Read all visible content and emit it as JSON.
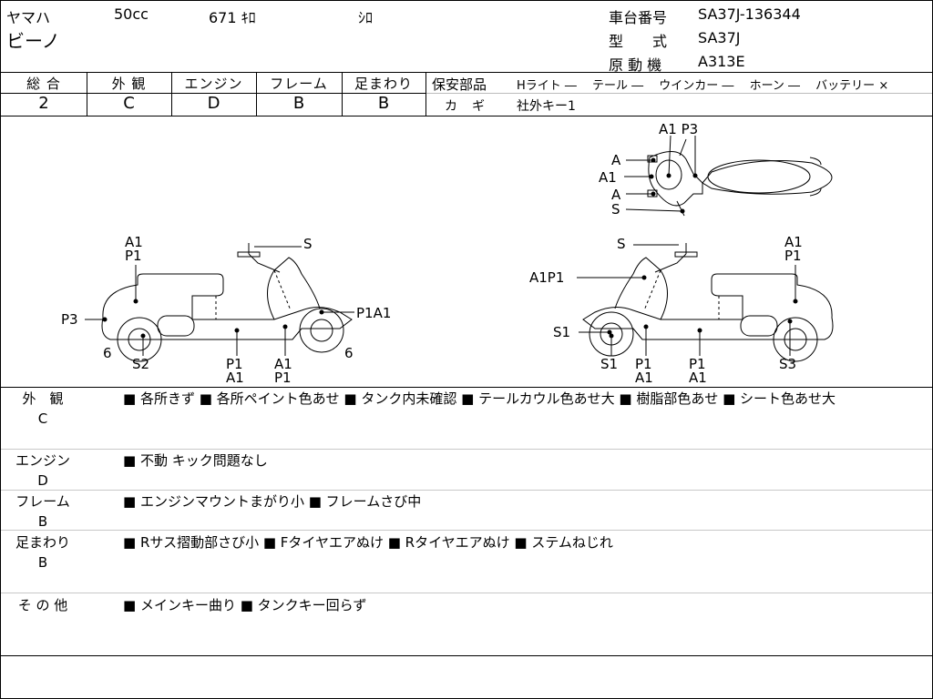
{
  "header": {
    "maker": "ヤマハ",
    "displacement": "50cc",
    "mileage": "671 ｷﾛ",
    "color": "ｼﾛ",
    "model_name": "ビーノ",
    "frame_no_label": "車台番号",
    "frame_no": "SA37J-136344",
    "model_label": "型　　式",
    "model": "SA37J",
    "engine_label": "原 動 機",
    "engine": "A313E"
  },
  "grades": [
    {
      "label": "総 合",
      "value": "2"
    },
    {
      "label": "外 観",
      "value": "C"
    },
    {
      "label": "エンジン",
      "value": "D"
    },
    {
      "label": "フレーム",
      "value": "B"
    },
    {
      "label": "足まわり",
      "value": "B"
    }
  ],
  "safety": {
    "label": "保安部品",
    "items": "Hライト ―　 テール ―　 ウインカー ―　 ホーン ―　 バッテリー ×",
    "key_label": "カ　ギ",
    "key_value": "社外キー1"
  },
  "diagram": {
    "top": {
      "a1p3": "A1 P3",
      "a_up": "A",
      "a1": "A1",
      "a_low": "A",
      "s": "S"
    },
    "left": {
      "a1": "A1",
      "p1": "P1",
      "s": "S",
      "p3": "P3",
      "p1a1": "P1A1",
      "six_l": "6",
      "six_r": "6",
      "s2": "S2",
      "p1_b": "P1",
      "a1_b": "A1",
      "a1_c": "A1",
      "p1_c": "P1"
    },
    "right": {
      "s": "S",
      "a1": "A1",
      "p1": "P1",
      "a1p1": "A1P1",
      "s1": "S1",
      "s1_b": "S1",
      "p1_b": "P1",
      "a1_b": "A1",
      "p1_c": "P1",
      "a1_c": "A1",
      "s3": "S3"
    }
  },
  "remarks": [
    {
      "label": "外　観",
      "grade": "C",
      "text": "■ 各所きず ■ 各所ペイント色あせ ■ タンク内未確認 ■ テールカウル色あせ大 ■ 樹脂部色あせ ■ シート色あせ大"
    },
    {
      "label": "エンジン",
      "grade": "D",
      "text": "■ 不動 キック問題なし"
    },
    {
      "label": "フレーム",
      "grade": "B",
      "text": "■ エンジンマウントまがり小 ■ フレームさび中"
    },
    {
      "label": "足まわり",
      "grade": "B",
      "text": "■ Rサス摺動部さび小 ■ Fタイヤエアぬけ ■ Rタイヤエアぬけ ■ ステムねじれ"
    },
    {
      "label": "そ の 他",
      "grade": "",
      "text": "■ メインキー曲り ■ タンクキー回らず"
    }
  ]
}
